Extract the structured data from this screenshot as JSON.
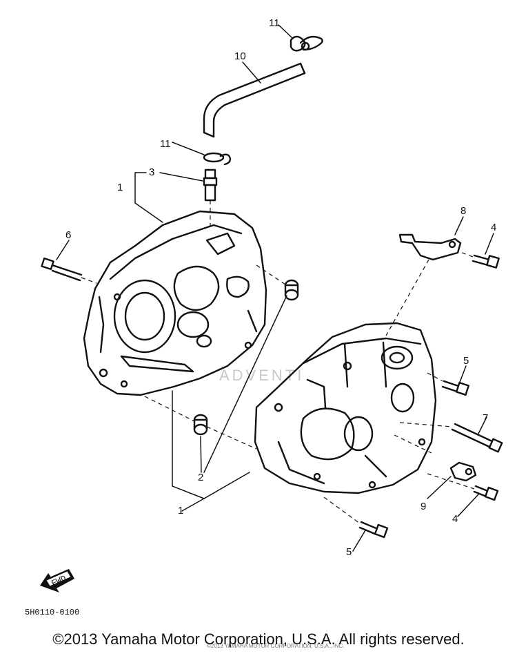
{
  "diagram": {
    "part_labels": [
      "11",
      "10",
      "11",
      "3",
      "1",
      "6",
      "8",
      "4",
      "5",
      "7",
      "9",
      "4",
      "5",
      "2",
      "1"
    ],
    "drawing_number": "5H0110-0100",
    "fwd_label": "FWD",
    "watermark_text": "ADVENTI",
    "footnote_text": "©2013 YAMAHA MOTOR CORPORATION, U.S.A., INC.",
    "copyright": "©2013 Yamaha Motor Corporation, U.S.A. All rights reserved."
  }
}
